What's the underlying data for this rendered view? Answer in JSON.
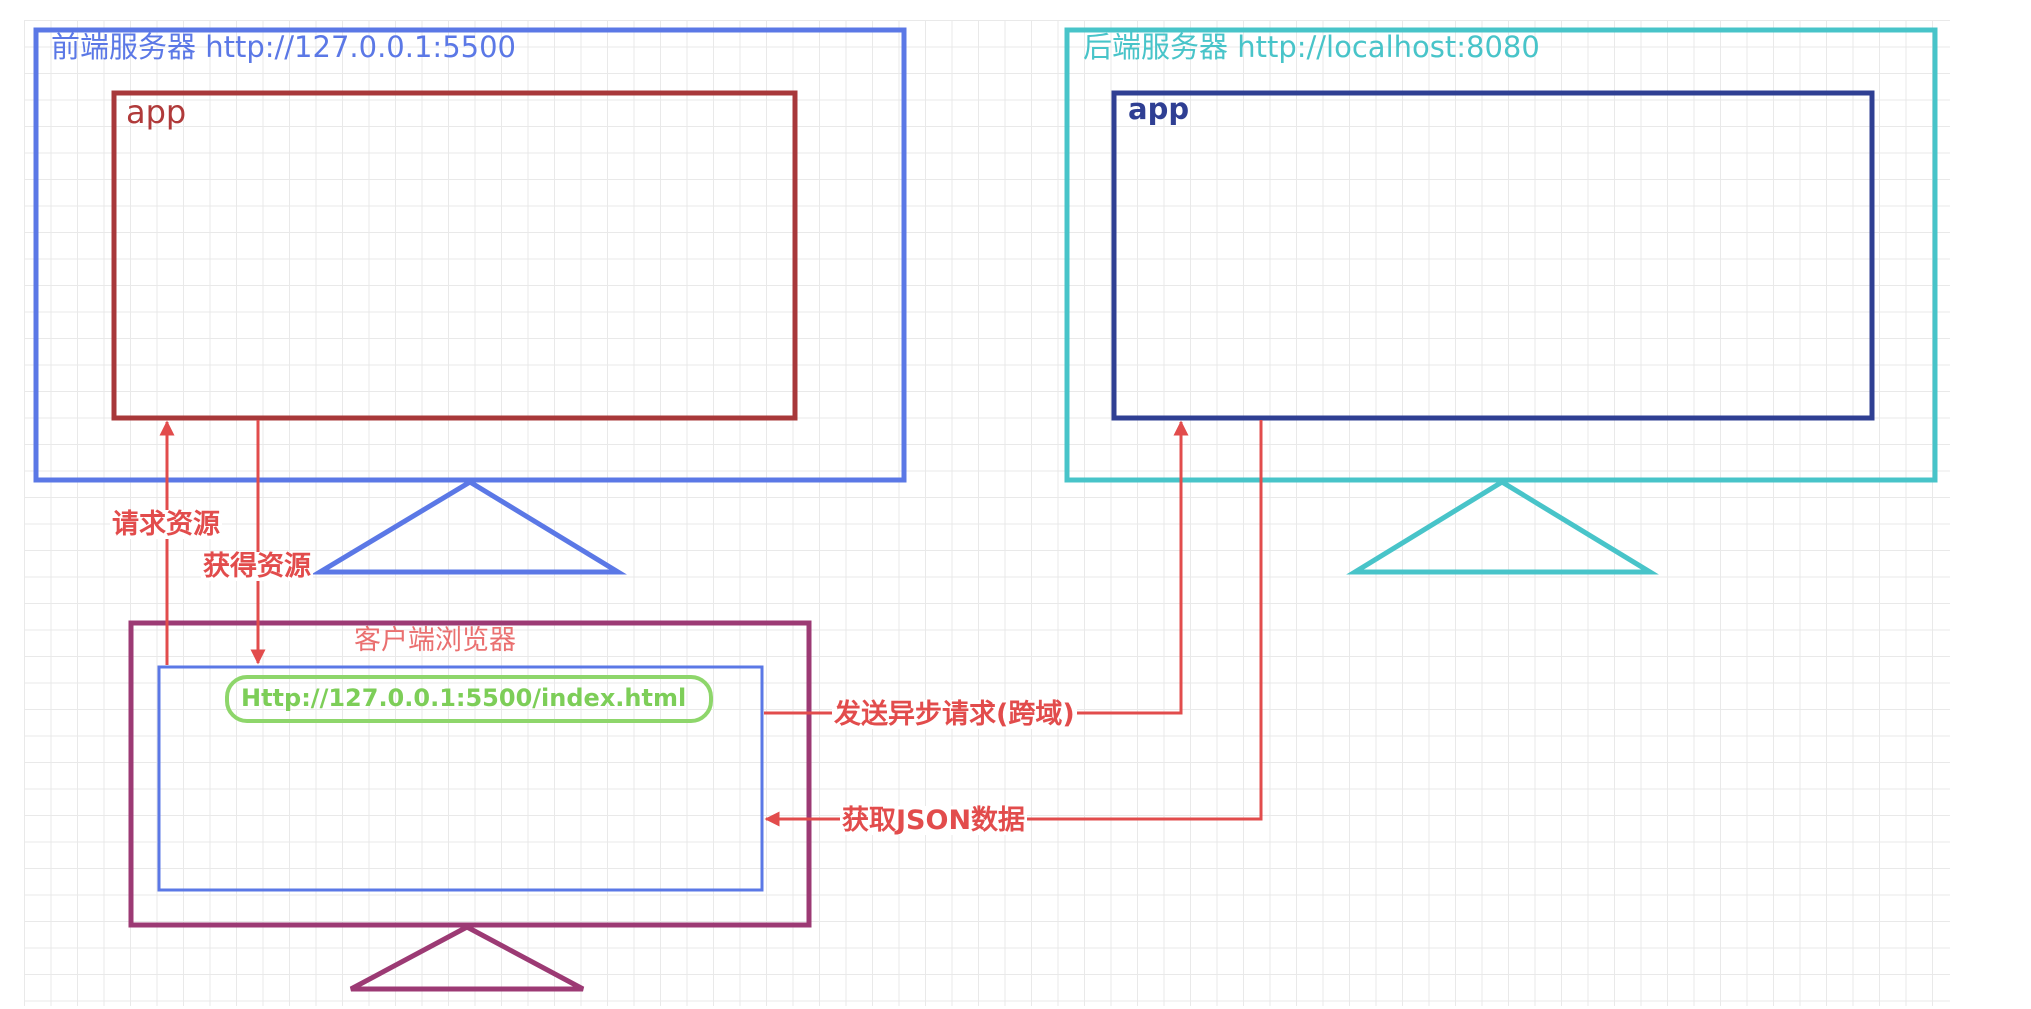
{
  "frontend_server": {
    "title": "前端服务器 http://127.0.0.1:5500",
    "app_label": "app"
  },
  "backend_server": {
    "title": "后端服务器 http://localhost:8080",
    "app_label": "app"
  },
  "client_browser": {
    "title": "客户端浏览器",
    "url": "Http://127.0.0.1:5500/index.html"
  },
  "edges": {
    "request_resource": "请求资源",
    "receive_resource": "获得资源",
    "async_request": "发送异步请求(跨域)",
    "receive_json": "获取JSON数据"
  },
  "colors": {
    "frontend_border": "#5b78e6",
    "frontend_app_border": "#a8383a",
    "backend_border": "#48c4c9",
    "backend_app_border": "#2f3f93",
    "browser_border": "#9c3a74",
    "browser_inner_border": "#5b78e6",
    "url_pill_border": "#8ed66b",
    "arrow": "#e24c4c"
  }
}
